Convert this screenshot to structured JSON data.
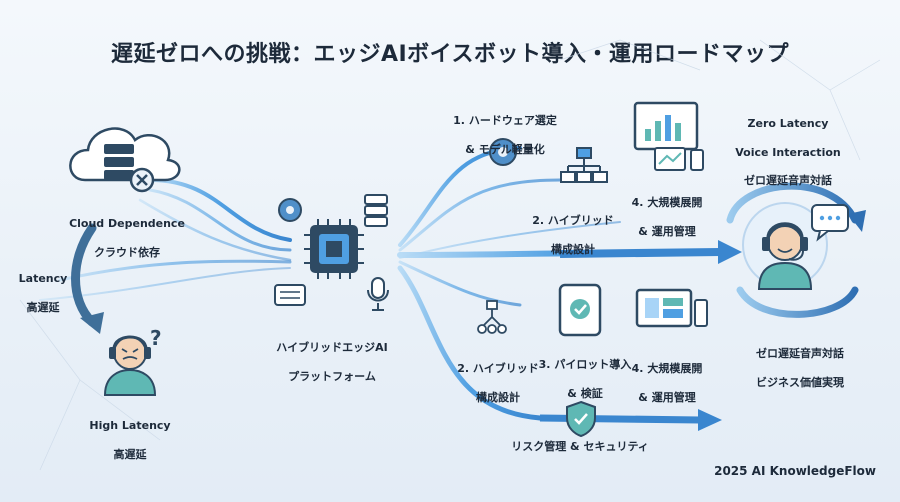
{
  "title": "遅延ゼロへの挑戦：エッジAIボイスボット導入・運用ロードマップ",
  "cloud": {
    "line1": "Cloud Dependence",
    "line2": "クラウド依存"
  },
  "latency_arrow": {
    "line1": "Latency",
    "line2": "高遅延"
  },
  "high_latency": {
    "line1": "High Latency",
    "line2": "高遅延"
  },
  "platform": {
    "line1": "ハイブリッドエッジAI",
    "line2": "プラットフォーム"
  },
  "top_steps": {
    "step1": {
      "line1": "1. ハードウェア選定",
      "line2": "& モデル軽量化"
    },
    "step2": {
      "line1": "2. ハイブリッド",
      "line2": "構成設計"
    },
    "step4": {
      "line1": "4. 大規模展開",
      "line2": "& 運用管理"
    }
  },
  "bottom_steps": {
    "step2": {
      "line1": "2. ハイブリッド",
      "line2": "構成設計"
    },
    "step3": {
      "line1": "3. パイロット導入",
      "line2": "& 検証"
    },
    "step4": {
      "line1": "4. 大規模展開",
      "line2": "& 運用管理"
    }
  },
  "zero_latency": {
    "line1": "Zero Latency",
    "line2": "Voice Interaction",
    "line3": "ゼロ遅延音声対話"
  },
  "business_value": {
    "line1": "ゼロ遅延音声対話",
    "line2": "ビジネス価値実現"
  },
  "risk": {
    "label": "リスク管理 & セキュリティ"
  },
  "footer": "2025 AI KnowledgeFlow",
  "colors": {
    "flow": "#5aa7e6",
    "flow_light": "#a8d4f7",
    "dark": "#2e4a63",
    "teal": "#5fb8b4",
    "accent_red": "#e26d5a"
  }
}
